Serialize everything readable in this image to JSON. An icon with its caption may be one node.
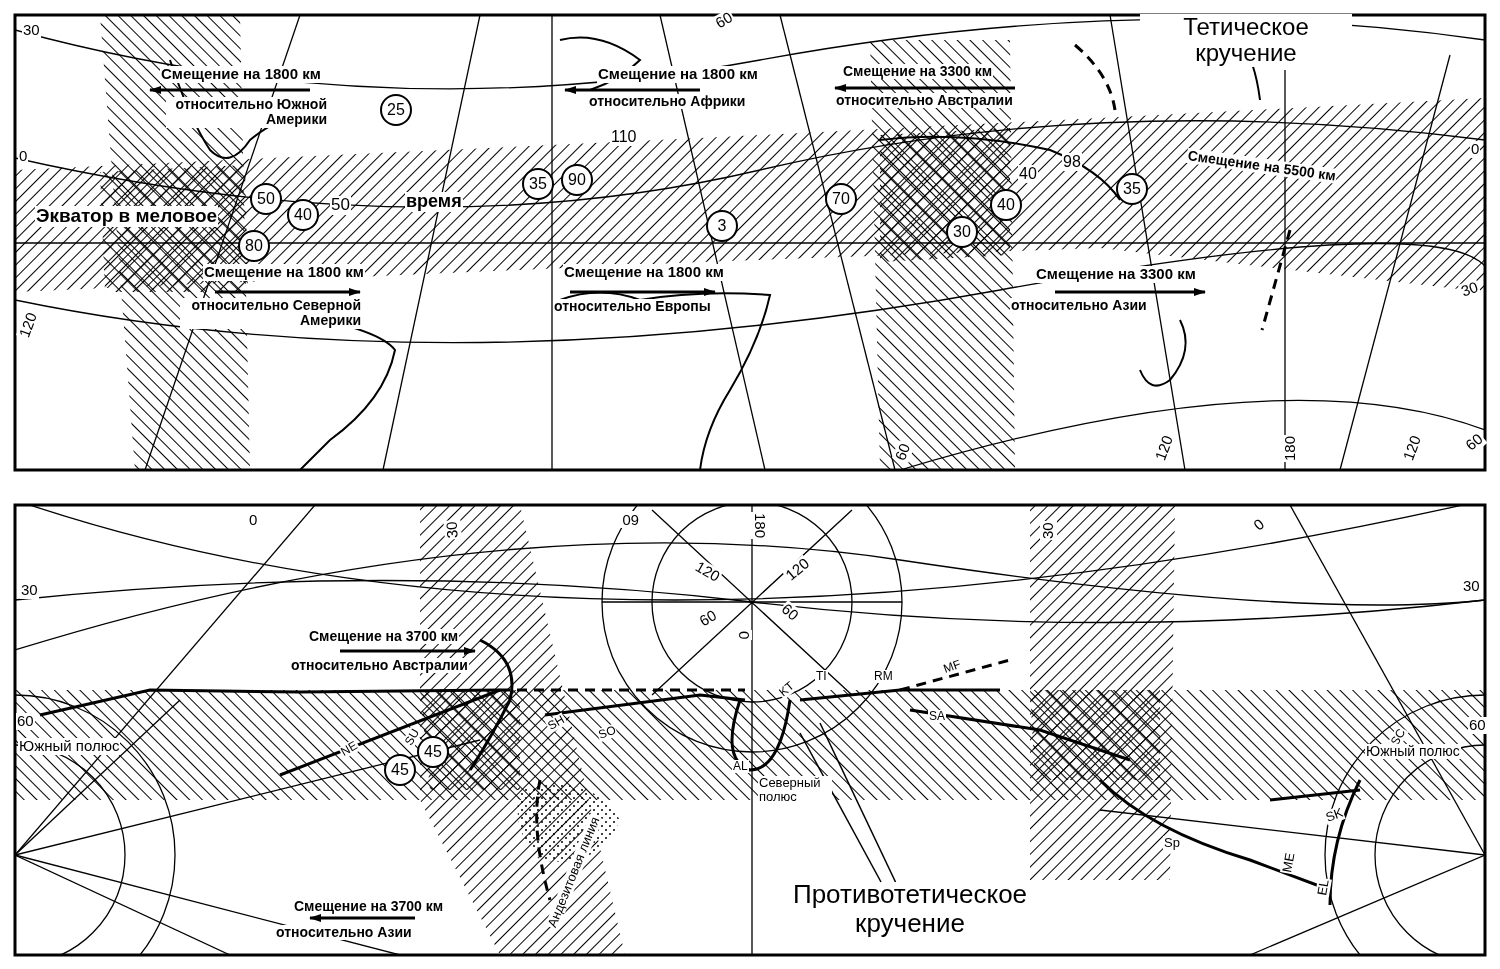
{
  "diagram": {
    "nodes": [
      {
        "text": [
          "25"
        ]
      },
      {
        "text": [
          "50"
        ]
      },
      {
        "text": [
          "40"
        ]
      },
      {
        "text": [
          "80"
        ]
      },
      {
        "text": [
          "35"
        ]
      },
      {
        "text": [
          "90"
        ]
      },
      {
        "text": [
          "3"
        ]
      },
      {
        "text": [
          "70"
        ]
      },
      {
        "text": [
          "30"
        ]
      },
      {
        "text": [
          "40"
        ]
      },
      {
        "text": [
          "35"
        ]
      },
      {
        "text": [
          "45"
        ]
      },
      {
        "text": [
          "45"
        ]
      },
      {
        "text": [
          "Противотетическое кручение"
        ]
      }
    ],
    "edges": [
      {
        "from": 13,
        "to": null,
        "arrow": "none"
      },
      {
        "from": 13,
        "to": null,
        "arrow": "none"
      }
    ],
    "labels": [
      "30",
      "Смещение на 1800 км",
      "относительно Южной Америки",
      "Смещение на 1800 км",
      "относительно Африки",
      "60",
      "Смещение на 3300 км",
      "относительно Австралии",
      "Тетическое кручение",
      "0",
      "110",
      "40",
      "98",
      "Смещение на 5500 км",
      "0",
      "50",
      "Экватор в меловое",
      "время",
      "Смещение на 1800 км",
      "относительно Северной Америки",
      "Смещение на 1800 км",
      "относительно Европы",
      "Смещение на 3300 км",
      "относительно Азии",
      "30",
      "120",
      "60",
      "120",
      "180",
      "120",
      "60",
      "0",
      "30",
      "60",
      "180",
      "120",
      "120",
      "60",
      "60",
      "0",
      "30",
      "0",
      "30",
      "30",
      "60",
      "60",
      "Смещение на 3700 км",
      "относительно Австралии",
      "Южный полюс",
      "NE",
      "SU",
      "SH",
      "SO",
      "KT",
      "TI",
      "RM",
      "MF",
      "SA",
      "AL",
      "Северный полюс",
      "Андезитовая линия",
      "SC",
      "Южный полюс",
      "SK",
      "Sp",
      "ME",
      "EL",
      "Смещение на 3700 км",
      "относительно Азии"
    ]
  }
}
